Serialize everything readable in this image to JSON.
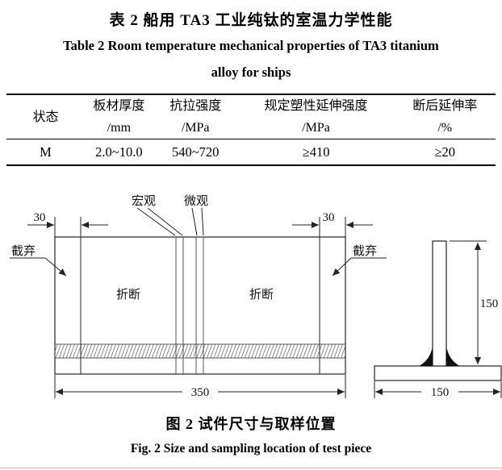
{
  "table": {
    "title_zh": "表 2  船用 TA3 工业纯钛的室温力学性能",
    "title_en_line1": "Table 2  Room temperature mechanical properties of TA3 titanium",
    "title_en_line2": "alloy for ships",
    "columns": [
      {
        "name": "状态",
        "unit": ""
      },
      {
        "name": "板材厚度",
        "unit": "/mm"
      },
      {
        "name": "抗拉强度",
        "unit": "/MPa"
      },
      {
        "name": "规定塑性延伸强度",
        "unit": "/MPa"
      },
      {
        "name": "断后延伸率",
        "unit": "/%"
      }
    ],
    "rows": [
      [
        "M",
        "2.0~10.0",
        "540~720",
        "≥410",
        "≥20"
      ]
    ]
  },
  "figure": {
    "caption_zh": "图 2  试件尺寸与取样位置",
    "caption_en": "Fig. 2  Size and sampling location of test piece",
    "labels": {
      "macro": "宏观",
      "micro": "微观",
      "discard_left": "截弃",
      "discard_right": "截弃",
      "break_left": "折断",
      "break_right": "折断"
    },
    "dimensions": {
      "edge_left": "30",
      "edge_right": "30",
      "plate_length": "350",
      "section_height": "150",
      "section_width": "150"
    },
    "line_color": "#222222"
  }
}
